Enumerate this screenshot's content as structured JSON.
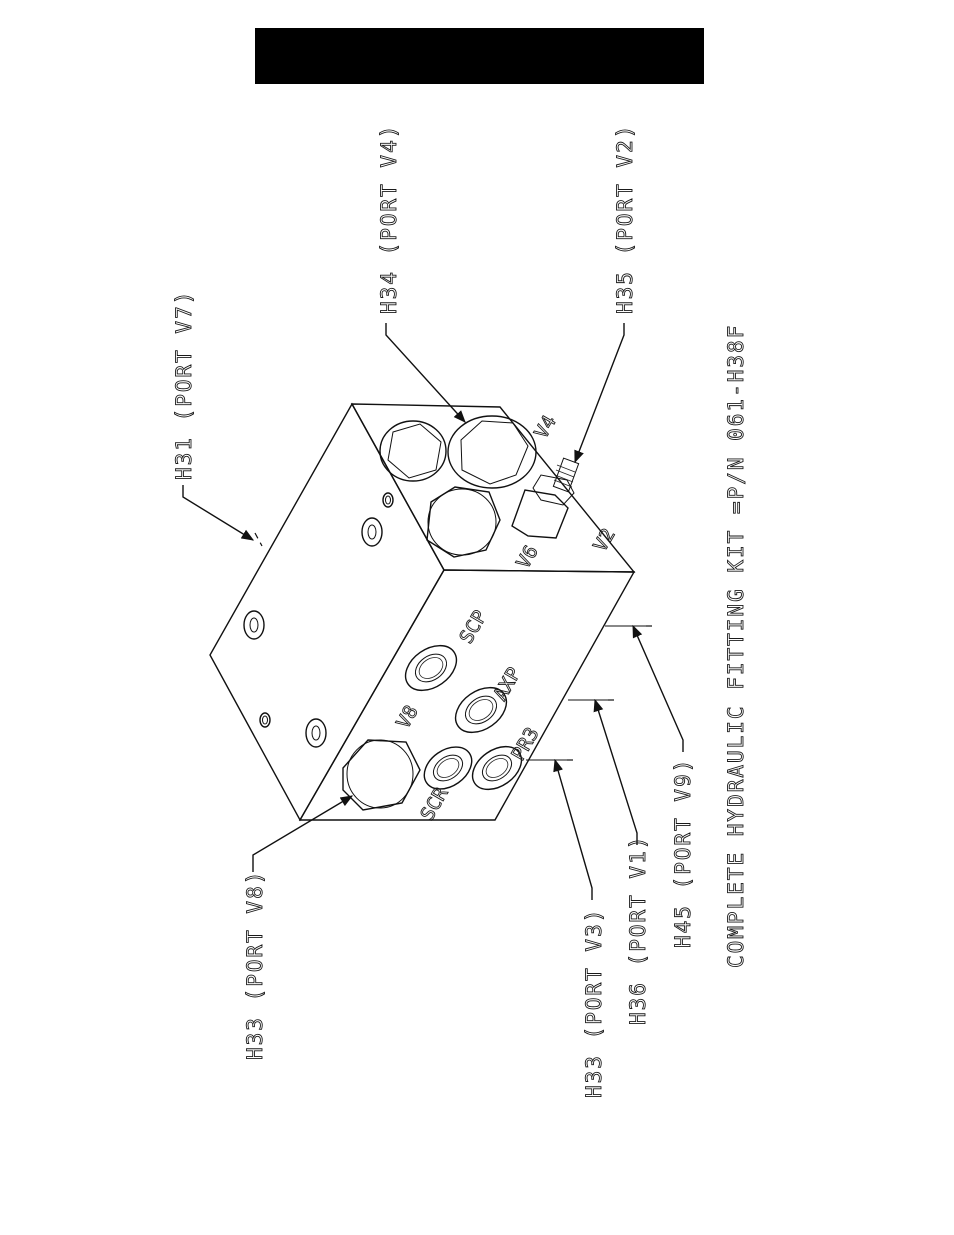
{
  "callouts": {
    "h31": "H31 (PORT V7)",
    "h34": "H34 (PORT V4)",
    "h35": "H35 (PORT V2)",
    "h33_v8": "H33 (PORT V8)",
    "h33_v3": "H33 (PORT V3)",
    "h36": "H36 (PORT V1)",
    "h45": "H45 (PORT V9)"
  },
  "port_marks": {
    "v4": "V4",
    "v6": "V6",
    "v2": "V2",
    "scp": "SCP",
    "axp": "AXP",
    "v8": "V8",
    "pr3": "PR3",
    "scr": "SCR"
  },
  "caption": "COMPLETE HYDRAULIC FITTING KIT =P/N 061-H38F",
  "colors": {
    "header_bar": "#000000",
    "line": "#111111",
    "background": "#ffffff"
  }
}
